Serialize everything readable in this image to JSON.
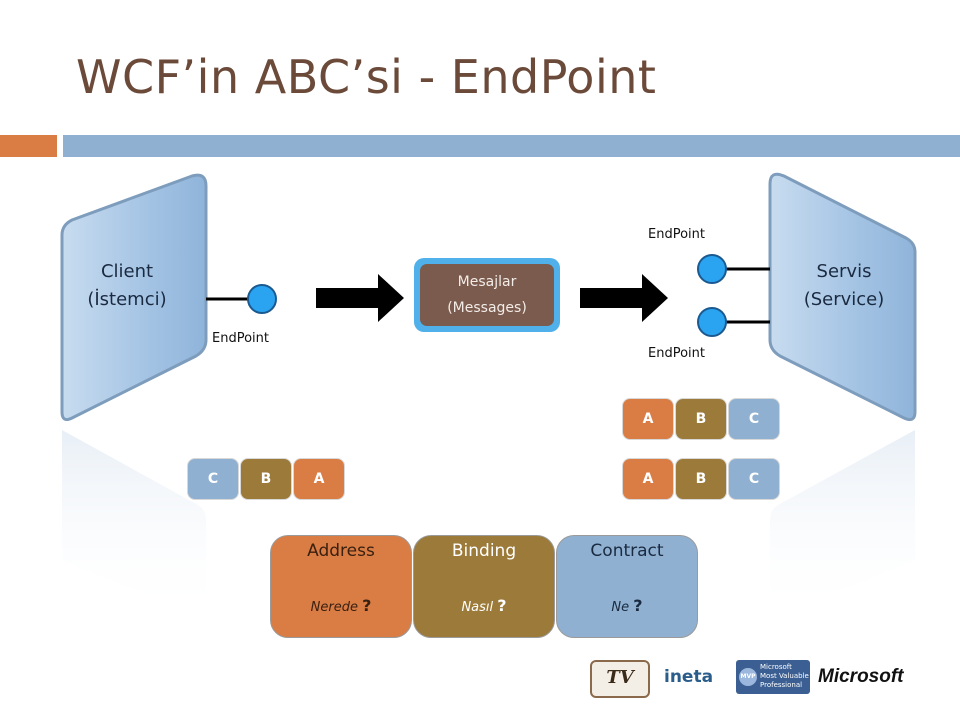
{
  "title": "WCF’in ABC’si - EndPoint",
  "client": {
    "line1": "Client",
    "line2": "(İstemci)"
  },
  "service": {
    "line1": "Servis",
    "line2": "(Service)"
  },
  "endpoint_label": "EndPoint",
  "messages": {
    "line1": "Mesajlar",
    "line2": "(Messages)"
  },
  "client_boxes": [
    "C",
    "B",
    "A"
  ],
  "service_boxes_row1": [
    "A",
    "B",
    "C"
  ],
  "service_boxes_row2": [
    "A",
    "B",
    "C"
  ],
  "abc": [
    {
      "heading": "Address",
      "question": "Nerede",
      "mark": "?"
    },
    {
      "heading": "Binding",
      "question": "Nasıl",
      "mark": "?"
    },
    {
      "heading": "Contract",
      "question": "Ne",
      "mark": "?"
    }
  ],
  "logos": {
    "tv_text": "TV",
    "ineta": "ineta",
    "mvp_line1": "Microsoft",
    "mvp_line2": "Most Valuable",
    "mvp_line3": "Professional",
    "microsoft": "Microsoft"
  },
  "colors": {
    "address": "#d97d45",
    "binding": "#9c7a3a",
    "contract": "#8fb0d0",
    "dot": "#2aa3f0",
    "msg_border": "#4fb0ea"
  }
}
